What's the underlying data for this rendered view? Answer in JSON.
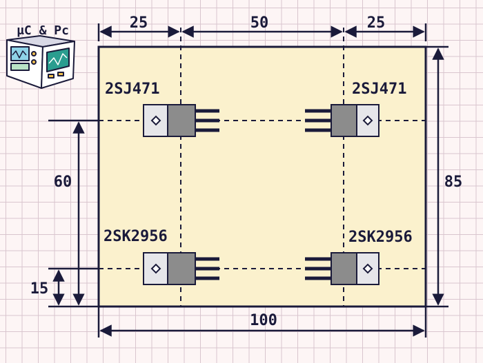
{
  "logo": {
    "text": "μC & Pc"
  },
  "dimensions": {
    "top_left": "25",
    "top_middle": "50",
    "top_right": "25",
    "bottom_width": "100",
    "right_height": "85",
    "left_spacing": "60",
    "left_offset": "15"
  },
  "components": {
    "top_left_label": "2SJ471",
    "top_right_label": "2SJ471",
    "bottom_left_label": "2SK2956",
    "bottom_right_label": "2SK2956"
  },
  "colors": {
    "board": "#fbf1cd",
    "outline": "#1a1a3a",
    "tab": "#e6e6ea",
    "body": "#8c8c8c"
  }
}
